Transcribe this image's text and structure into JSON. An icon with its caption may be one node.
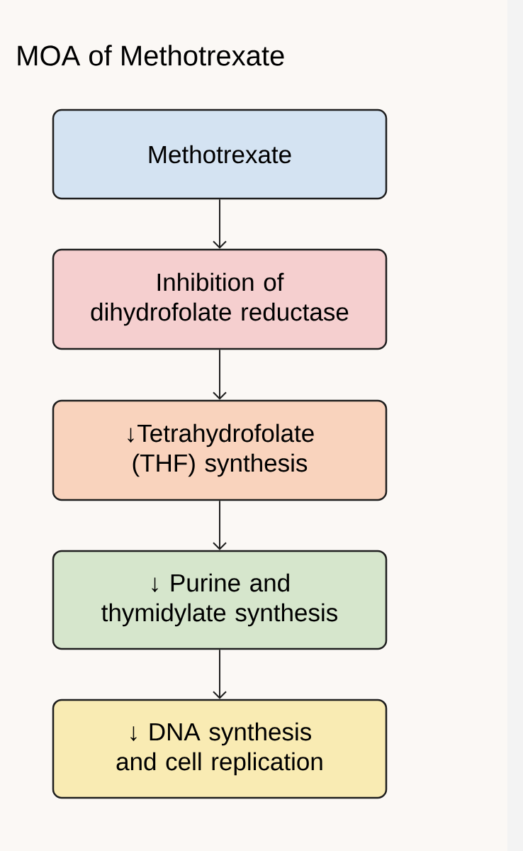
{
  "diagram": {
    "title": "MOA of Methotrexate",
    "nodes": [
      {
        "text": [
          "Methotrexate"
        ]
      },
      {
        "text": [
          "Inhibition of dihydrofolate reductase"
        ]
      },
      {
        "text": [
          "↓Tetrahydrofolate (THF) synthesis"
        ]
      },
      {
        "text": [
          "↓ Purine and thymidylate synthesis"
        ]
      },
      {
        "text": [
          "↓ DNA synthesis and cell replication"
        ]
      }
    ],
    "edges": [
      {
        "from": 0,
        "to": 1,
        "arrow": "to"
      },
      {
        "from": 1,
        "to": 2,
        "arrow": "to"
      },
      {
        "from": 2,
        "to": 3,
        "arrow": "to"
      },
      {
        "from": 3,
        "to": 4,
        "arrow": "to"
      }
    ]
  }
}
